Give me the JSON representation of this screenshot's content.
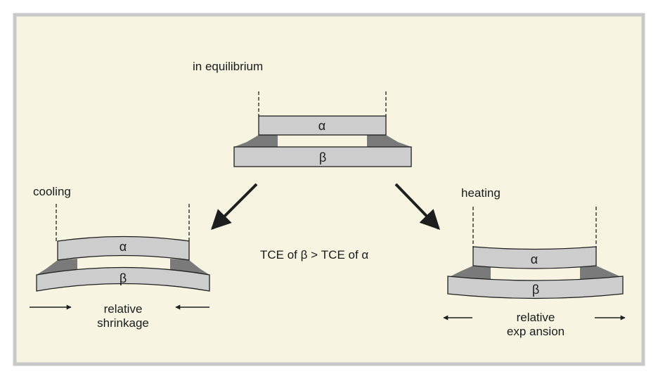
{
  "labels": {
    "equilibrium": "in equilibrium",
    "cooling": "cooling",
    "heating": "heating",
    "condition": "TCE of β > TCE of α",
    "shrinkage_line1": "relative",
    "shrinkage_line2": "shrinkage",
    "expansion_line1": "relative",
    "expansion_line2": "exp ansion",
    "alpha": "α",
    "beta": "β"
  },
  "colors": {
    "frame": "#c8c8c8",
    "background": "#f7f5e1",
    "layer_fill": "#cdcdcd",
    "adhesive": "#7a7a7a",
    "stroke": "#1e1e1e"
  }
}
